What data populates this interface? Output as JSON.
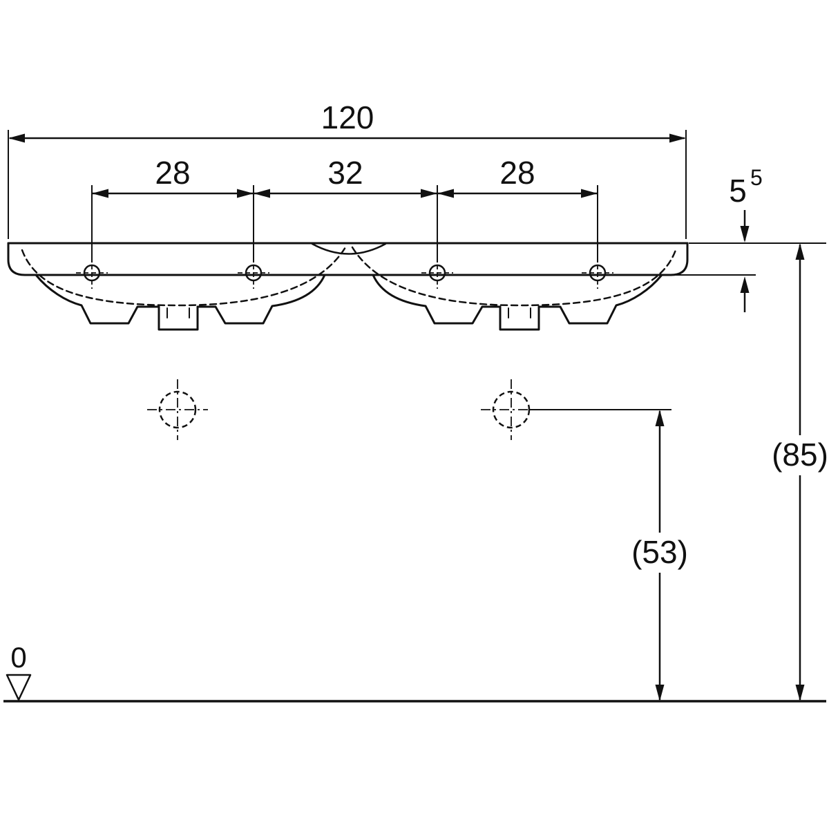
{
  "drawing": {
    "type": "technical-dimension-drawing",
    "view": "front",
    "ink_color": "#111111",
    "background_color": "#ffffff"
  },
  "labels": {
    "overall_width": "120",
    "tap_spacing_left": "28",
    "tap_spacing_middle": "32",
    "tap_spacing_right": "28",
    "apron_height_value": "5",
    "apron_height_superscript": "5",
    "overall_height": "(85)",
    "drain_height": "(53)",
    "datum_zero": "0"
  }
}
